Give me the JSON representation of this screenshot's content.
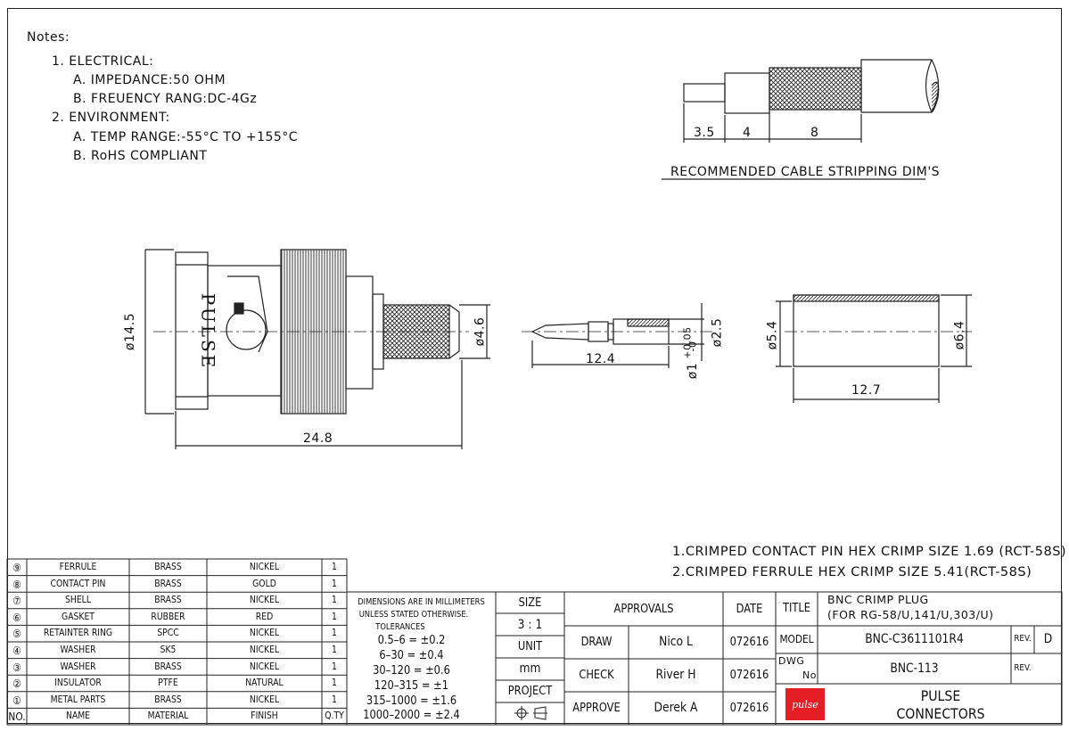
{
  "notes": {
    "heading": "Notes:",
    "lines": [
      "1. ELECTRICAL:",
      "A. IMPEDANCE:50 OHM",
      "B. FREUENCY RANG:DC-4Gz",
      "2. ENVIRONMENT:",
      "A. TEMP RANGE:-55°C TO +155°C",
      "B. RoHS COMPLIANT"
    ]
  },
  "stripping": {
    "dims": [
      "3.5",
      "4",
      "8"
    ],
    "caption": "RECOMMENDED CABLE STRIPPING DIM'S"
  },
  "views": {
    "connector": {
      "brand": "PULSE",
      "dia": "ø14.5",
      "length": "24.8",
      "rear_dia": "ø4.6"
    },
    "pin": {
      "length": "12.4",
      "dia": "ø2.5",
      "tip_dia": "ø1",
      "tol_plus": "+0.05",
      "tol_minus": "-0"
    },
    "ferrule": {
      "inner_dia": "ø5.4",
      "outer_dia": "ø6.4",
      "length": "12.7"
    }
  },
  "crimp_notes": [
    "1.CRIMPED CONTACT PIN HEX CRIMP SIZE 1.69 (RCT-58S)",
    "2.CRIMPED FERRULE HEX CRIMP SIZE 5.41(RCT-58S)"
  ],
  "bom": {
    "headers": [
      "NO.",
      "NAME",
      "MATERIAL",
      "FINISH",
      "Q.TY"
    ],
    "rows": [
      [
        "⑨",
        "FERRULE",
        "BRASS",
        "NICKEL",
        "1"
      ],
      [
        "⑧",
        "CONTACT PIN",
        "BRASS",
        "GOLD",
        "1"
      ],
      [
        "⑦",
        "SHELL",
        "BRASS",
        "NICKEL",
        "1"
      ],
      [
        "⑥",
        "GASKET",
        "RUBBER",
        "RED",
        "1"
      ],
      [
        "⑤",
        "RETAINTER RING",
        "SPCC",
        "NICKEL",
        "1"
      ],
      [
        "④",
        "WASHER",
        "SK5",
        "NICKEL",
        "1"
      ],
      [
        "③",
        "WASHER",
        "BRASS",
        "NICKEL",
        "1"
      ],
      [
        "②",
        "INSULATOR",
        "PTFE",
        "NATURAL",
        "1"
      ],
      [
        "①",
        "METAL PARTS",
        "BRASS",
        "NICKEL",
        "1"
      ]
    ]
  },
  "tolerances": {
    "line1": "DIMENSIONS ARE IN MILLIMETERS",
    "line2": "UNLESS STATED OTHERWISE.",
    "line3": "TOLERANCES",
    "rows": [
      "0.5–6 = ±0.2",
      "6–30 = ±0.4",
      "30–120 = ±0.6",
      "120–315 = ±1",
      "315–1000 = ±1.6",
      "1000–2000 = ±2.4"
    ]
  },
  "titleblock": {
    "size_label": "SIZE",
    "scale": "3 : 1",
    "unit_label": "UNIT",
    "unit": "mm",
    "project_label": "PROJECT",
    "approvals_label": "APPROVALS",
    "date_label": "DATE",
    "draw_label": "DRAW",
    "draw_name": "Nico L",
    "draw_date": "072616",
    "check_label": "CHECK",
    "check_name": "River H",
    "check_date": "072616",
    "approve_label": "APPROVE",
    "approve_name": "Derek A",
    "approve_date": "072616",
    "title_label": "TITLE",
    "title_line1": "BNC CRIMP PLUG",
    "title_line2": "(FOR RG-58/U,141/U,303/U)",
    "model_label": "MODEL",
    "model": "BNC-C3611101R4",
    "rev_label": "REV.",
    "rev": "D",
    "dwg_label": "DWG",
    "no_label": "No",
    "dwg_no": "BNC-113",
    "rev_label2": "REV.",
    "company_line1": "PULSE",
    "company_line2": "CONNECTORS",
    "logo_text": "pulse"
  }
}
